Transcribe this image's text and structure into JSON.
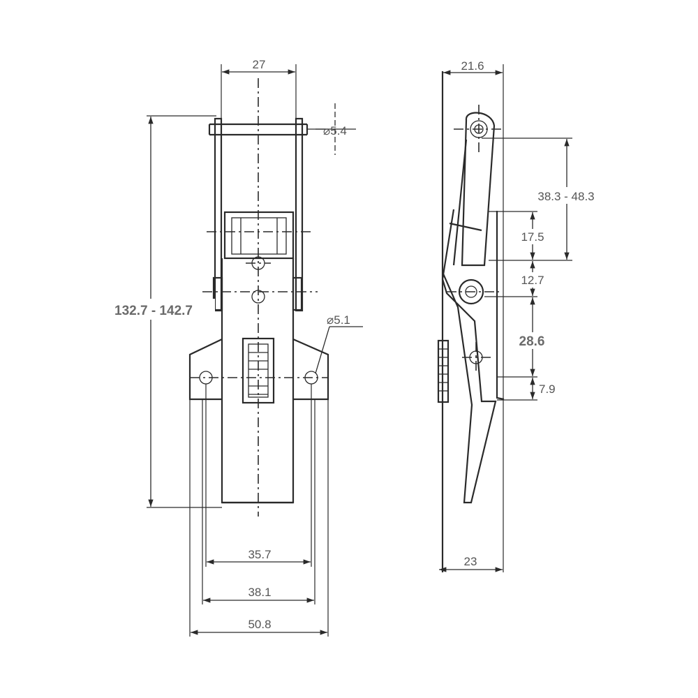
{
  "front_view": {
    "top_width": "27",
    "hole_dia": "⌀5.4",
    "height_range": "132.7 - 142.7",
    "mount_hole_dia": "⌀5.1",
    "inner_width": "35.7",
    "hole_spacing": "38.1",
    "base_width": "50.8"
  },
  "side_view": {
    "top_depth": "21.6",
    "reach_range": "38.3 - 48.3",
    "offset_a": "17.5",
    "offset_b": "12.7",
    "offset_c": "28.6",
    "offset_d": "7.9",
    "base_depth": "23"
  },
  "colors": {
    "line": "#2a2a2a",
    "text": "#555555"
  }
}
